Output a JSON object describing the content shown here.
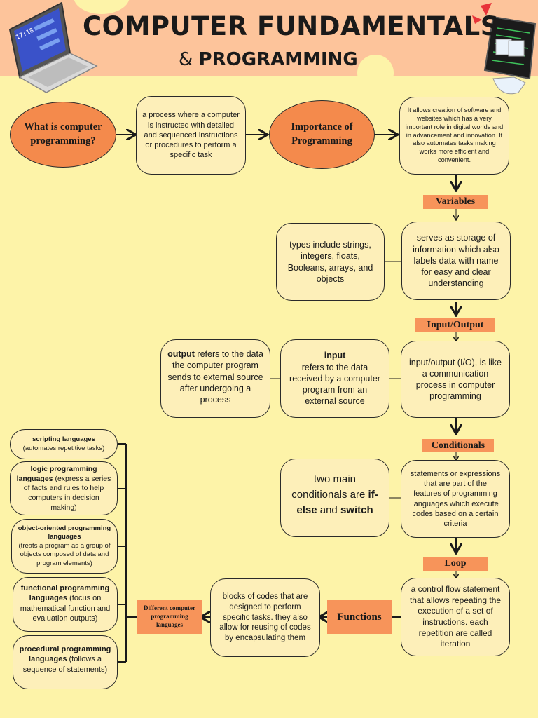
{
  "header": {
    "title_line1": "COMPUTER FUNDAMENTALS",
    "title_amp": "&",
    "title_line2": "PROGRAMMING",
    "laptop_clock": "17:18"
  },
  "row1": {
    "what_is": "What is computer programming?",
    "definition": "a process where a computer is instructed with detailed and sequenced instructions or procedures to perform a specific task",
    "importance": "Importance of Programming",
    "importance_desc": "It allows creation of software and websites which has a very important role in digital worlds and in advancement and innovation. It also automates tasks making works more efficient and convenient."
  },
  "variables": {
    "label": "Variables",
    "desc": "serves as storage of information which also labels data with name for easy and clear understanding",
    "types": "types include strings, integers, floats, Booleans, arrays, and objects"
  },
  "io": {
    "label": "Input/Output",
    "desc": "input/output (I/O), is like a communication process in computer programming",
    "input_title": "input",
    "input_desc": "refers to the data received by a computer program from an external source",
    "output_title": "output",
    "output_desc": " refers to the data the computer program sends to external source after undergoing a process"
  },
  "conditionals": {
    "label": "Conditionals",
    "desc": "statements or expressions that are part of the features of programming languages which execute codes based on a certain criteria",
    "two_main_pre": "two main conditionals are ",
    "if_else": "if-else",
    "and": " and ",
    "switch": "switch"
  },
  "loop": {
    "label": "Loop",
    "desc": "a control flow statement that allows repeating the execution of a set of instructions. each repetition are called iteration"
  },
  "functions": {
    "label": "Functions",
    "desc": "blocks of codes that are designed to perform specific tasks. they also allow for reusing of codes by encapsulating them"
  },
  "languages": {
    "label": "Different computer programming languages",
    "items": [
      {
        "title": "scripting languages",
        "desc": "(automates repetitive tasks)"
      },
      {
        "title": "logic programming languages",
        "desc": " (express a series of facts and rules to help computers in decision making)"
      },
      {
        "title": "object-oriented programming languages",
        "desc": "(treats a program as a group of objects composed of data and program elements)"
      },
      {
        "title": "functional programming languages",
        "desc": " (focus on mathematical function and evaluation outputs)"
      },
      {
        "title": "procedural programming languages",
        "desc": " (follows a sequence of statements)"
      }
    ]
  },
  "colors": {
    "background": "#fdf3a8",
    "header": "#fdc49b",
    "box_fill": "#fdefb9",
    "oval_fill": "#f48a4c",
    "label_fill": "#f7945a"
  }
}
